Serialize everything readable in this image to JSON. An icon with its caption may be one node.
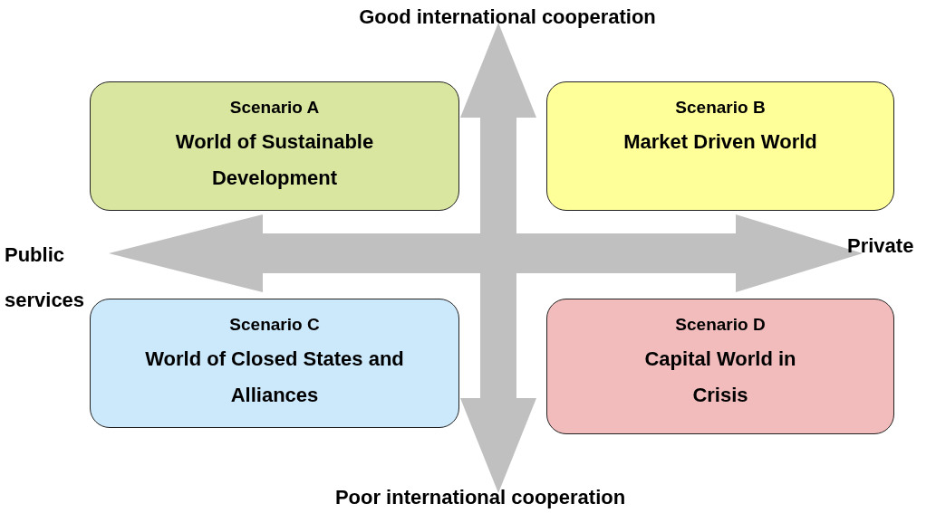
{
  "diagram": {
    "nodes": [
      {
        "text": [
          "Scenario A",
          "World of Sustainable Development"
        ]
      },
      {
        "text": [
          "Scenario B",
          "Market Driven World"
        ]
      },
      {
        "text": [
          "Scenario C",
          "World of Closed States and Alliances"
        ]
      },
      {
        "text": [
          "Scenario D",
          "Capital World in Crisis"
        ]
      }
    ],
    "labels": [
      "Good international cooperation",
      "Public services",
      "Private",
      "Poor international cooperation"
    ]
  }
}
